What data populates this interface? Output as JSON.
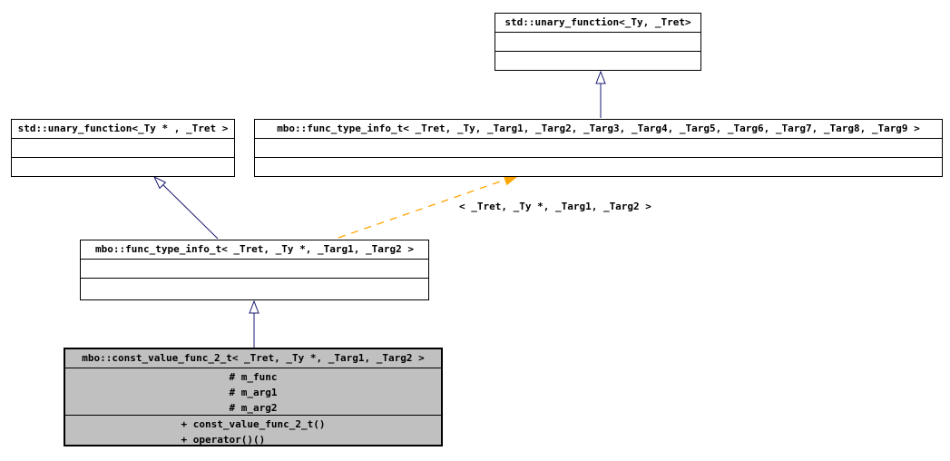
{
  "diagram": {
    "kind": "uml-class-inheritance-diagram",
    "classes": [
      {
        "id": "std-unary-function",
        "title": "std::unary_function<_Ty, _Tret>"
      },
      {
        "id": "std-unary-function-ptr",
        "title": "std::unary_function<_Ty * , _Tret >"
      },
      {
        "id": "mbo-func-type-info-t-full",
        "title": "mbo::func_type_info_t< _Tret, _Ty, _Targ1, _Targ2, _Targ3, _Targ4, _Targ5, _Targ6, _Targ7, _Targ8, _Targ9 >"
      },
      {
        "id": "mbo-func-type-info-t-ptr",
        "title": "mbo::func_type_info_t< _Tret, _Ty *, _Targ1, _Targ2 >"
      },
      {
        "id": "mbo-const-value-func-2-t",
        "title": "mbo::const_value_func_2_t< _Tret, _Ty *, _Targ1, _Targ2 >",
        "attributes": [
          "# m_func",
          "# m_arg1",
          "# m_arg2"
        ],
        "methods": [
          "+ const_value_func_2_t()",
          "+ operator()()"
        ]
      }
    ],
    "edge_label": "< _Tret, _Ty *, _Targ1, _Targ2 >",
    "colors": {
      "inheritance_arrow": "#191970",
      "template_arrow": "#ffa500",
      "box_border": "#000000",
      "box_fill": "#ffffff",
      "focus_class_fill": "#c0c0c0",
      "text": "#000000",
      "background": "#ffffff"
    }
  }
}
